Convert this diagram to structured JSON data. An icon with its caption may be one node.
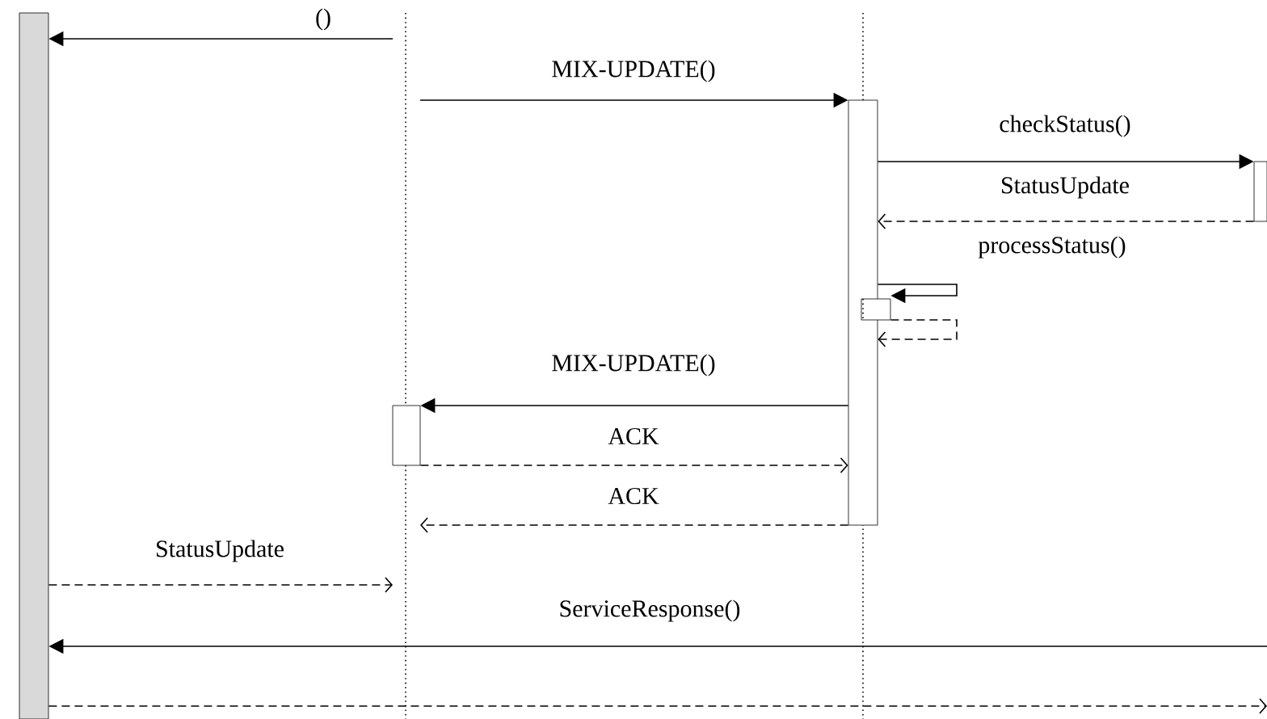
{
  "diagram": {
    "nodes": [
      {
        "text": [],
        "shape": "bar"
      },
      {
        "text": [],
        "shape": "bar"
      },
      {
        "text": [],
        "shape": "bar"
      },
      {
        "text": [],
        "shape": "bar"
      },
      {
        "text": [],
        "shape": "bar"
      }
    ],
    "edges": [
      {
        "from": null,
        "to": 0,
        "arrow": "to",
        "label": "()"
      },
      {
        "from": null,
        "to": 1,
        "arrow": "to",
        "label": "MIX-UPDATE()"
      },
      {
        "from": 1,
        "to": 2,
        "arrow": "to",
        "label": "checkStatus()"
      },
      {
        "from": 2,
        "to": 1,
        "arrow": "to",
        "label": "StatusUpdate",
        "style": "dashed"
      },
      {
        "from": 1,
        "to": 3,
        "arrow": "to",
        "label": "processStatus()"
      },
      {
        "from": 3,
        "to": 1,
        "arrow": "to",
        "style": "dashed"
      },
      {
        "from": 1,
        "to": 4,
        "arrow": "to",
        "label": "MIX-UPDATE()"
      },
      {
        "from": 4,
        "to": 1,
        "arrow": "to",
        "label": "ACK",
        "style": "dashed"
      },
      {
        "from": 1,
        "to": null,
        "arrow": "to",
        "label": "ACK",
        "style": "dashed"
      },
      {
        "from": 0,
        "to": null,
        "arrow": "to",
        "label": "StatusUpdate",
        "style": "dashed"
      },
      {
        "from": null,
        "to": 0,
        "arrow": "to",
        "label": "ServiceResponse()"
      },
      {
        "from": 0,
        "to": null,
        "arrow": "to",
        "style": "dashed"
      }
    ]
  }
}
